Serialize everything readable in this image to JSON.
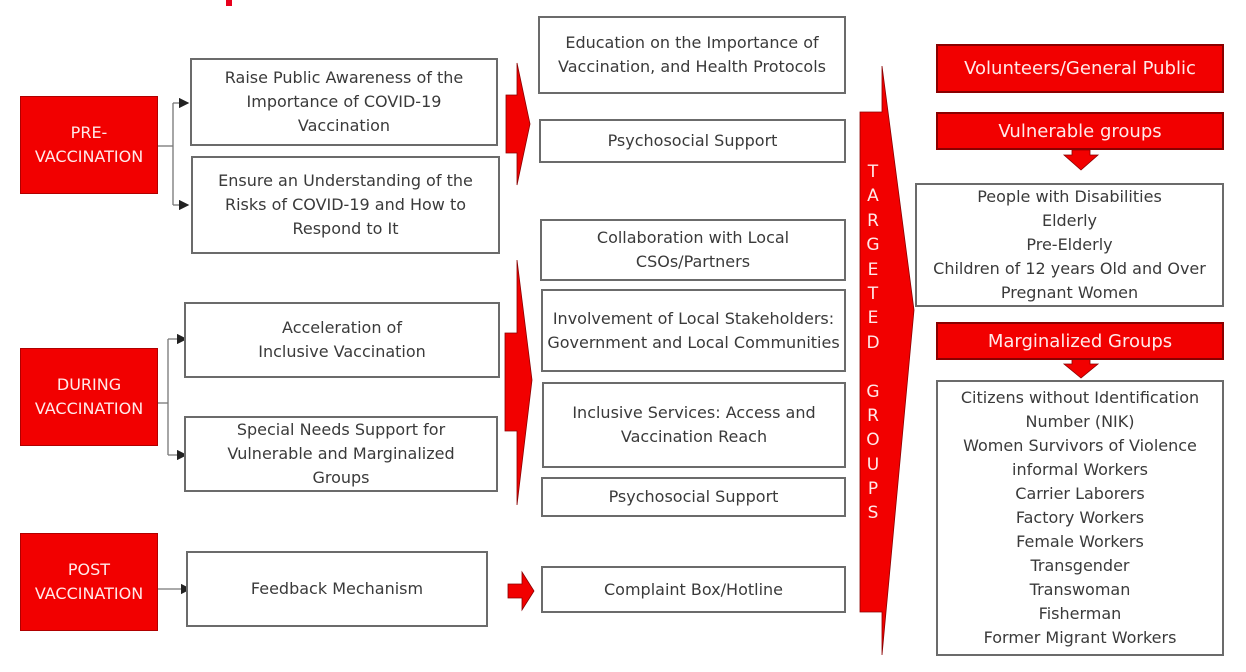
{
  "colors": {
    "accent_red": "#f20000",
    "box_border": "#6b6b6b",
    "text": "#3a3a3a"
  },
  "phases": [
    {
      "label": "PRE-\nVACCINATION",
      "lines": [
        "PRE-",
        "VACCINATION"
      ]
    },
    {
      "label": "DURING VACCINATION",
      "lines": [
        "DURING",
        "VACCINATION"
      ]
    },
    {
      "label": "POST VACCINATION",
      "lines": [
        "POST",
        "VACCINATION"
      ]
    }
  ],
  "objectives": [
    "Raise Public Awareness of the Importance of COVID-19 Vaccination",
    "Ensure an Understanding of the Risks of COVID-19 and How to Respond to It",
    "Acceleration of Inclusive Vaccination",
    "Special Needs Support for Vulnerable and Marginalized Groups",
    "Feedback Mechanism"
  ],
  "activities": {
    "pre": [
      "Education on the Importance of Vaccination, and Health Protocols",
      "Psychosocial Support"
    ],
    "during": [
      "Collaboration with Local CSOs/Partners",
      "Involvement of Local Stakeholders: Government and Local Communities",
      "Inclusive Services: Access and Vaccination Reach",
      "Psychosocial Support"
    ],
    "post": [
      "Complaint Box/Hotline"
    ]
  },
  "targeted_arrow": {
    "letters_word1": [
      "T",
      "A",
      "R",
      "G",
      "E",
      "T",
      "E",
      "D"
    ],
    "letters_word2": [
      "G",
      "R",
      "O",
      "U",
      "P",
      "S"
    ],
    "label": "TARGETED GROUPS"
  },
  "groups": {
    "general": "Volunteers/General Public",
    "vulnerable": {
      "title": "Vulnerable groups",
      "items": [
        "People with Disabilities",
        "Elderly",
        "Pre-Elderly",
        "Children of 12 years Old and Over",
        "Pregnant Women"
      ]
    },
    "marginalized": {
      "title": "Marginalized Groups",
      "items": [
        "Citizens without Identification",
        "Number (NIK)",
        "Women Survivors of Violence",
        "informal Workers",
        "Carrier Laborers",
        "Factory Workers",
        "Female Workers",
        "Transgender",
        "Transwoman",
        "Fisherman",
        "Former Migrant Workers"
      ]
    }
  }
}
